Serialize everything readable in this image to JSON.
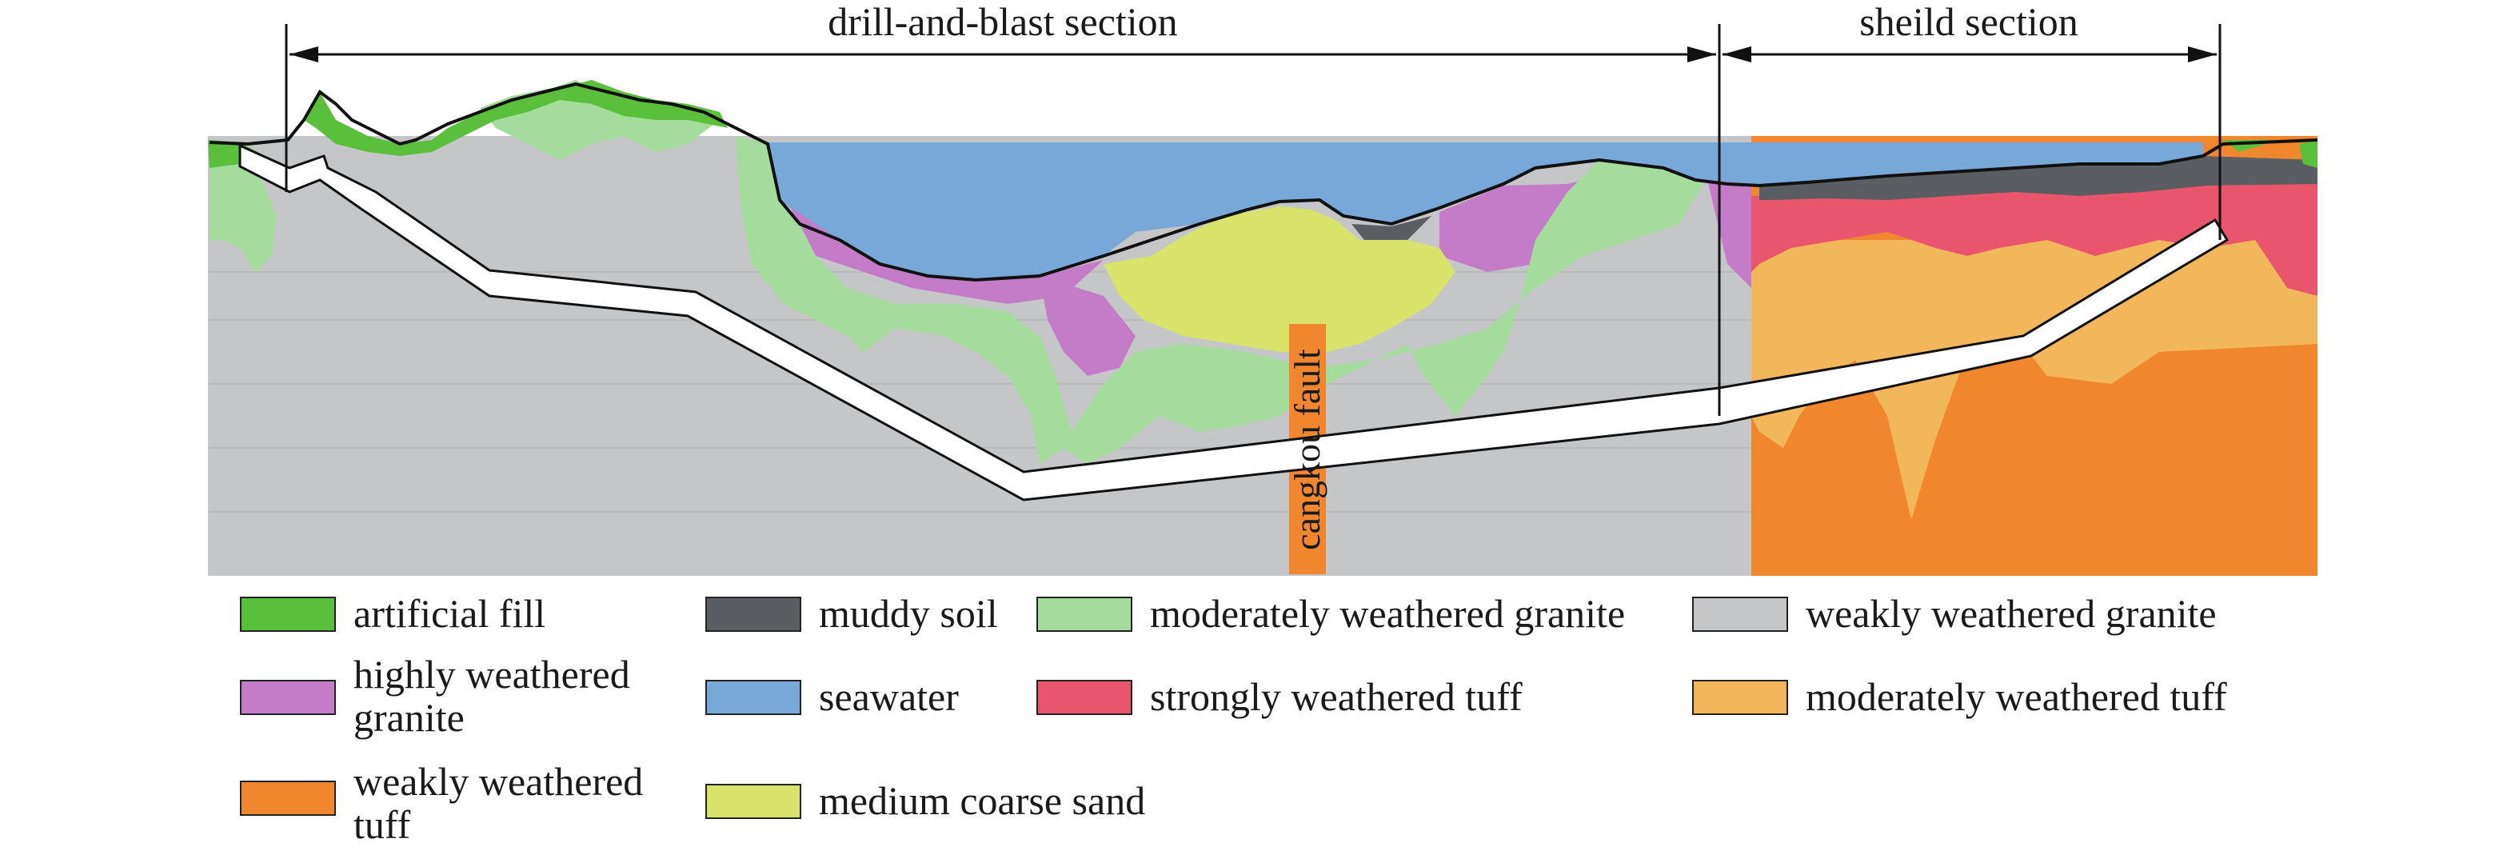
{
  "sections": {
    "drill_blast": "drill-and-blast section",
    "shield": "sheild section"
  },
  "fault_label": "cangkou fault",
  "colors": {
    "artificial_fill": "#5abf3a",
    "muddy_soil": "#5a5d62",
    "moderately_weathered_granite": "#a4dc9c",
    "weakly_weathered_granite": "#c5c6c8",
    "highly_weathered_granite": "#c47cc8",
    "seawater": "#78a8d8",
    "strongly_weathered_tuff": "#e8556c",
    "moderately_weathered_tuff": "#f2b75a",
    "weakly_weathered_tuff": "#f0862e",
    "medium_coarse_sand": "#d8e36a"
  },
  "legend": [
    {
      "label": "artificial fill",
      "color": "#5abf3a"
    },
    {
      "label": "muddy soil",
      "color": "#5a5d62"
    },
    {
      "label": "moderately weathered granite",
      "color": "#a4dc9c"
    },
    {
      "label": "weakly weathered granite",
      "color": "#c5c6c8"
    },
    {
      "label": "highly weathered granite",
      "color": "#c47cc8"
    },
    {
      "label": "seawater",
      "color": "#78a8d8"
    },
    {
      "label": "strongly weathered tuff",
      "color": "#e8556c"
    },
    {
      "label": "moderately weathered tuff",
      "color": "#f2b75a"
    },
    {
      "label": "weakly weathered tuff",
      "color": "#f0862e"
    },
    {
      "label": "medium coarse sand",
      "color": "#d8e36a"
    }
  ]
}
